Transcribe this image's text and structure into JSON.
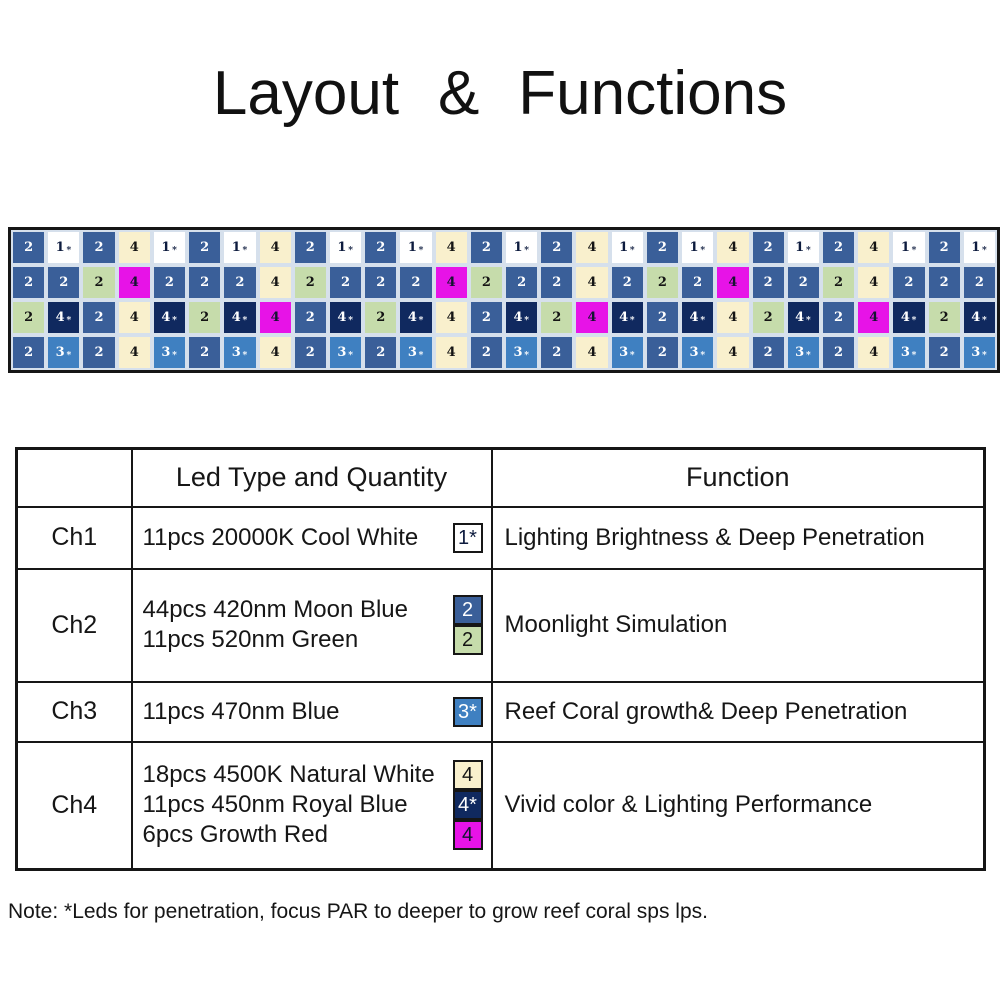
{
  "title": "Layout & Functions",
  "note": "Note: *Leds for penetration, focus PAR to deeper to grow reef coral sps lps.",
  "led_grid": {
    "cols": 28,
    "rows": [
      "BWBNWBWNBWBWNBWBNWBWNBWBNWBW",
      "BBGMBBBNGBBBMGBBNBGBMBBGNBBB",
      "GRBNRGRMBRGRNBRGMRBRNGRBMRGR",
      "BLBNLBLNBLBLNBLBNLBLNBLBNLBL"
    ],
    "types": {
      "B": {
        "label": "2",
        "star": false,
        "bg": "#3a5f99",
        "fg": "#ffffff"
      },
      "W": {
        "label": "1",
        "star": true,
        "bg": "#ffffff",
        "fg": "#0d1b3e"
      },
      "N": {
        "label": "4",
        "star": false,
        "bg": "#f9f0cd",
        "fg": "#141414"
      },
      "M": {
        "label": "4",
        "star": false,
        "bg": "#e713e7",
        "fg": "#141430"
      },
      "G": {
        "label": "2",
        "star": false,
        "bg": "#c6dcab",
        "fg": "#141414"
      },
      "R": {
        "label": "4",
        "star": true,
        "bg": "#10295f",
        "fg": "#ffffff"
      },
      "L": {
        "label": "3",
        "star": true,
        "bg": "#3f80c1",
        "fg": "#ffffff"
      }
    }
  },
  "table": {
    "headers": [
      "",
      "Led Type and Quantity",
      "Function"
    ],
    "rows": [
      {
        "channel": "Ch1",
        "function": "Lighting Brightness & Deep Penetration",
        "leds": [
          {
            "text": "11pcs 20000K Cool White",
            "chip_label": "1*",
            "chip_type": "W"
          }
        ]
      },
      {
        "channel": "Ch2",
        "function": "Moonlight Simulation",
        "leds": [
          {
            "text": "44pcs 420nm Moon Blue",
            "chip_label": "2",
            "chip_type": "B"
          },
          {
            "text": "11pcs 520nm Green",
            "chip_label": "2",
            "chip_type": "G"
          }
        ]
      },
      {
        "channel": "Ch3",
        "function": "Reef Coral growth& Deep Penetration",
        "leds": [
          {
            "text": "11pcs 470nm Blue",
            "chip_label": "3*",
            "chip_type": "L"
          }
        ]
      },
      {
        "channel": "Ch4",
        "function": "Vivid color & Lighting Performance",
        "leds": [
          {
            "text": "18pcs 4500K Natural White",
            "chip_label": "4",
            "chip_type": "N"
          },
          {
            "text": "11pcs 450nm Royal Blue",
            "chip_label": "4*",
            "chip_type": "R"
          },
          {
            "text": "6pcs Growth Red",
            "chip_label": "4",
            "chip_type": "M"
          }
        ]
      }
    ]
  }
}
